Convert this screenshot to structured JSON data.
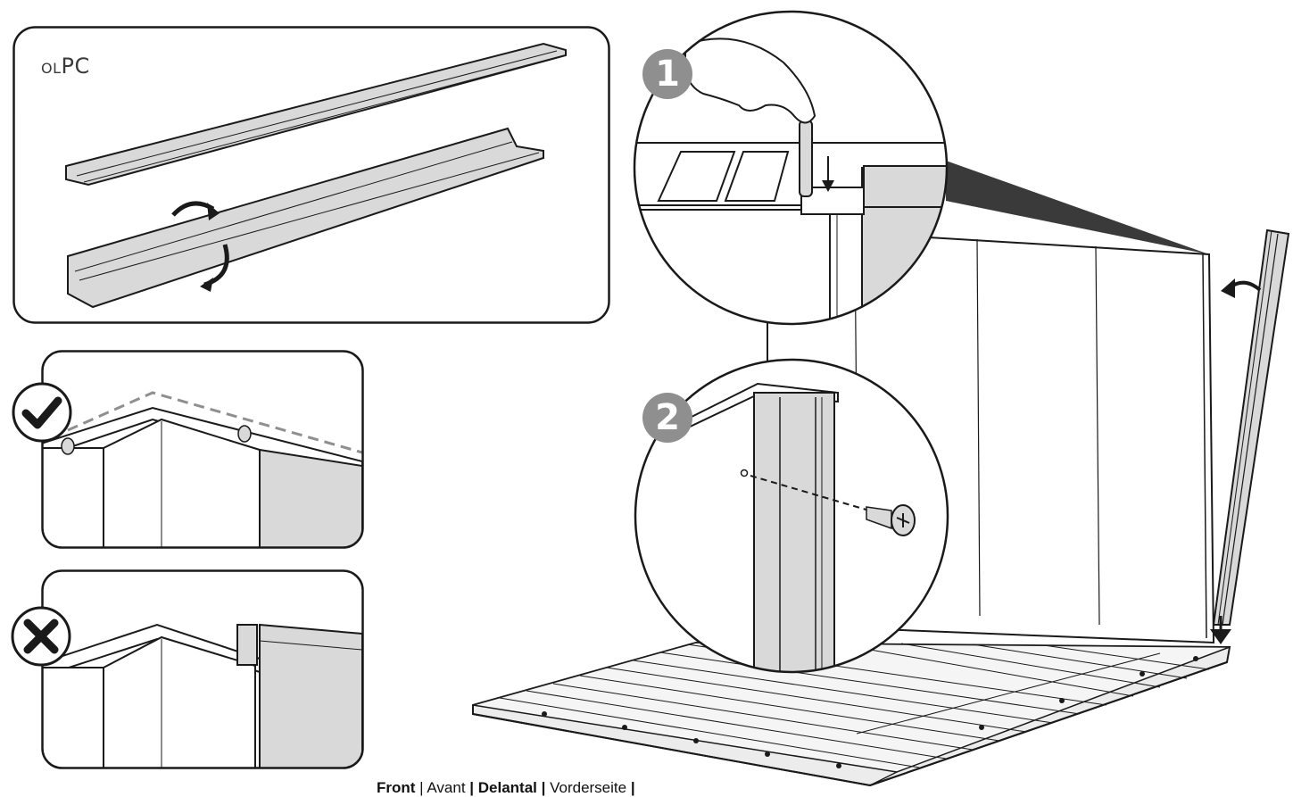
{
  "panel_top": {
    "label_small": "OL",
    "label_main": "PC"
  },
  "steps": [
    {
      "number": "1"
    },
    {
      "number": "2"
    }
  ],
  "indicators": {
    "correct": "check-icon",
    "incorrect": "cross-icon"
  },
  "caption": {
    "part1_bold": "Front",
    "part1_sep": " | ",
    "part2": "Avant",
    "part2_sep": " | ",
    "part3_bold": "Delantal",
    "part3_sep": " | ",
    "part4": "Vorderseite",
    "part4_sep": " | "
  },
  "colors": {
    "stroke": "#1a1a1a",
    "panel_fill": "#d9d9d9",
    "badge": "#8f8f8f",
    "dark_wedge": "#3a3a3a"
  }
}
